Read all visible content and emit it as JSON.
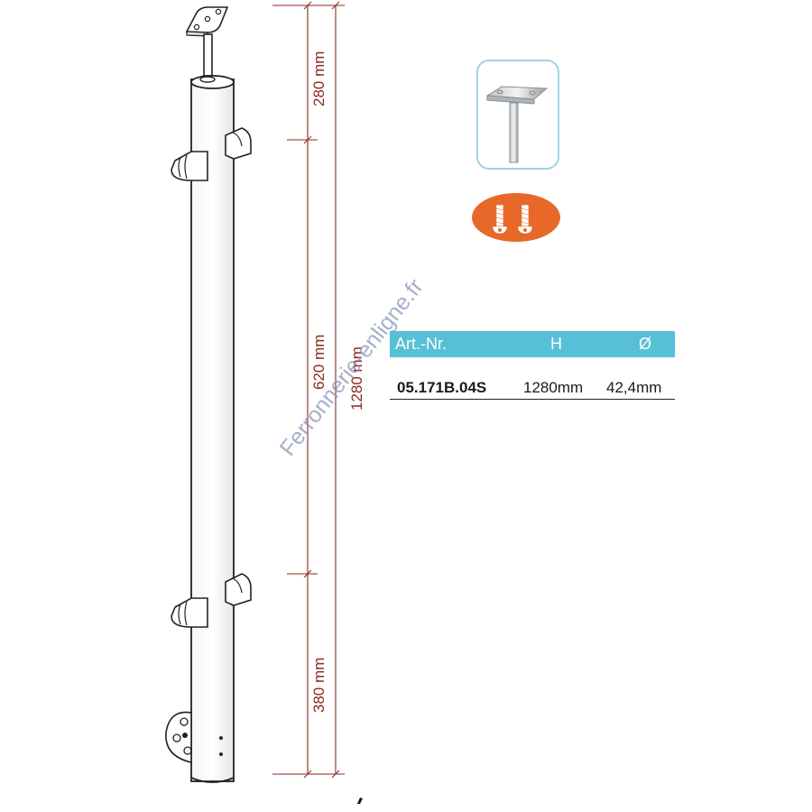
{
  "dimensions": {
    "top_segment": "280 mm",
    "middle_segment": "620 mm",
    "bottom_segment": "380 mm",
    "total_height": "1280 mm"
  },
  "watermark": "Ferronnerie-enligne.fr",
  "table": {
    "headers": [
      "Art.-Nr.",
      "H",
      "Ø"
    ],
    "rows": [
      {
        "art_nr": "05.171B.04S",
        "height": "1280mm",
        "diameter": "42,4mm"
      }
    ]
  },
  "colors": {
    "dimension_line": "#8a2a1e",
    "table_header_bg": "#57bfd6",
    "thumbnail_border": "#9fd4e0",
    "screw_badge": "#e8682a"
  }
}
